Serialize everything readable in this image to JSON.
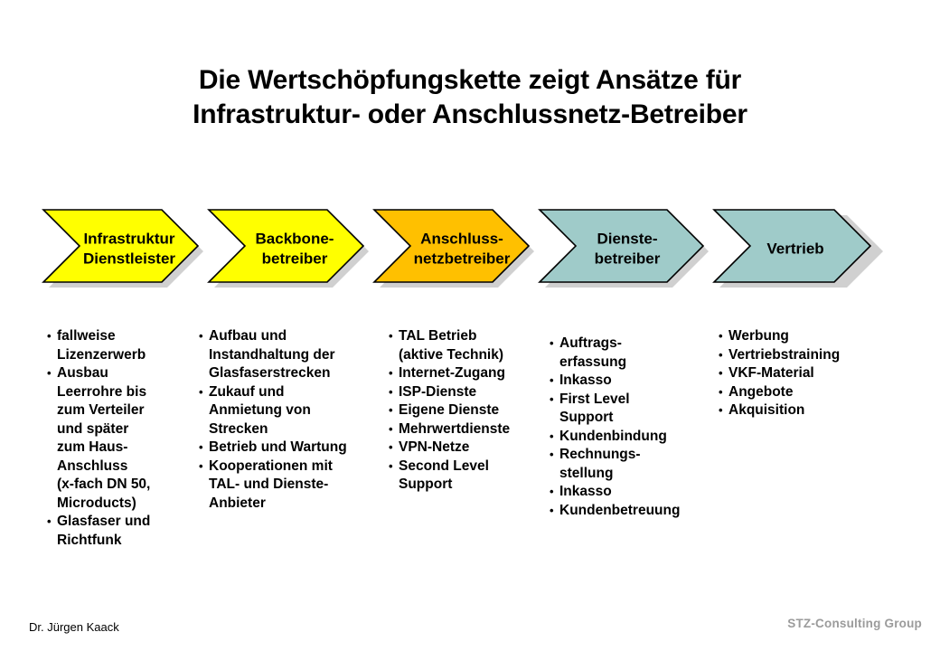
{
  "slide": {
    "background_color": "#ffffff",
    "title_line1": "Die Wertschöpfungskette zeigt Ansätze für",
    "title_line2": "Infrastruktur- oder Anschlussnetz-Betreiber"
  },
  "chart_data": {
    "type": "diagram",
    "subtype": "value-chain-chevron-process",
    "title": "Die Wertschöpfungskette zeigt Ansätze für Infrastruktur- oder Anschlussnetz-Betreiber",
    "stage_count": 5,
    "stages": [
      {
        "index": 1,
        "label_line1": "Infrastruktur",
        "label_line2": "Dienstleister",
        "color": "#ffff00",
        "color_name": "yellow"
      },
      {
        "index": 2,
        "label_line1": "Backbone-",
        "label_line2": "betreiber",
        "color": "#ffff00",
        "color_name": "yellow"
      },
      {
        "index": 3,
        "label_line1": "Anschluss-",
        "label_line2": "netzbetreiber",
        "color": "#ffc000",
        "color_name": "orange"
      },
      {
        "index": 4,
        "label_line1": "Dienste-",
        "label_line2": "betreiber",
        "color": "#9fcbc9",
        "color_name": "teal"
      },
      {
        "index": 5,
        "label_line1": "Vertrieb",
        "label_line2": "",
        "color": "#9fcbc9",
        "color_name": "teal"
      }
    ]
  },
  "columns": [
    {
      "stage": "Infrastruktur Dienstleister",
      "items": [
        "fallweise\nLizenzerwerb",
        "Ausbau\nLeerrohre bis\nzum Verteiler\nund später\nzum Haus-\nAnschluss\n(x-fach DN 50,\nMicroducts)",
        "Glasfaser und\nRichtfunk"
      ]
    },
    {
      "stage": "Backbone-betreiber",
      "items": [
        "Aufbau und\nInstandhaltung der\nGlasfaserstrecken",
        "Zukauf und\nAnmietung von\nStrecken",
        "Betrieb und Wartung",
        "Kooperationen mit\nTAL- und Dienste-\nAnbieter"
      ]
    },
    {
      "stage": "Anschluss-netzbetreiber",
      "items": [
        "TAL Betrieb\n(aktive Technik)",
        "Internet-Zugang",
        "ISP-Dienste",
        "Eigene Dienste",
        "Mehrwertdienste",
        "VPN-Netze",
        "Second Level\nSupport"
      ]
    },
    {
      "stage": "Dienste-betreiber",
      "items": [
        "Auftrags-\nerfassung",
        "Inkasso",
        "First Level\nSupport",
        "Kundenbindung",
        "Rechnungs-\nstellung",
        "Inkasso",
        "Kundenbetreuung"
      ]
    },
    {
      "stage": "Vertrieb",
      "items": [
        "Werbung",
        "Vertriebstraining",
        "VKF-Material",
        "Angebote",
        "Akquisition"
      ]
    }
  ],
  "footer": {
    "author": "Dr. Jürgen Kaack",
    "company": "STZ-Consulting  Group",
    "company_color": "#9b9b9b"
  }
}
